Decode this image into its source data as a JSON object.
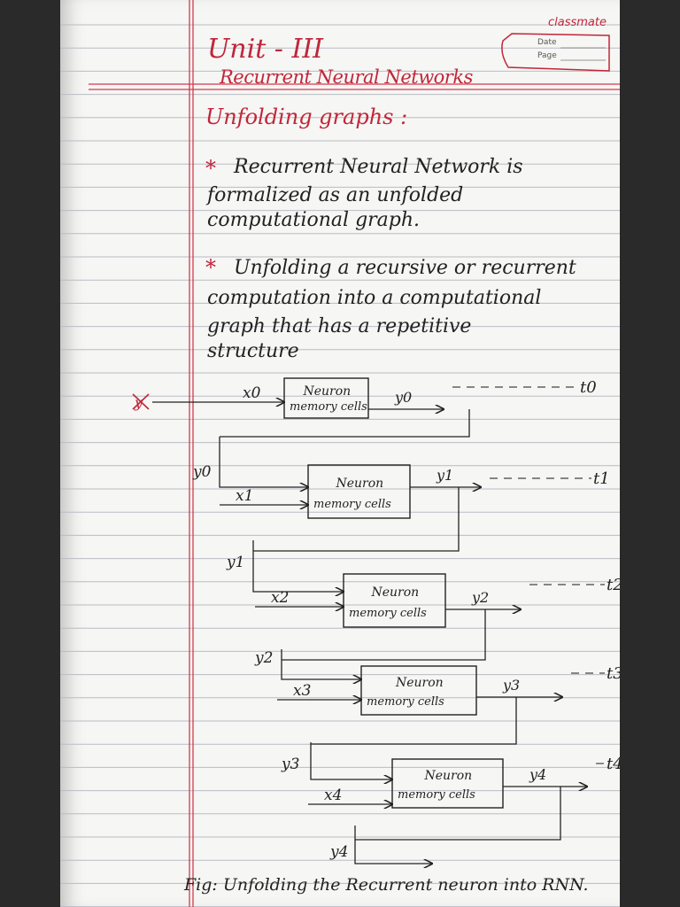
{
  "brand": {
    "name": "classmate",
    "date_label": "Date",
    "page_label": "Page"
  },
  "heading": {
    "unit": "Unit - III",
    "subject": "Recurrent Neural Networks",
    "topic": "Unfolding graphs :"
  },
  "notes": [
    {
      "bullet": "*",
      "lines": [
        "Recurrent Neural Network is",
        "formalized as an unfolded",
        "computational graph."
      ]
    },
    {
      "bullet": "*",
      "lines": [
        "Unfolding a recursive or recurrent",
        "computation into a computational",
        "graph that has a repetitive",
        "structure"
      ]
    }
  ],
  "diagram": {
    "block_label_1": "Neuron",
    "block_label_2": "memory cells",
    "inputs": [
      "x0",
      "x1",
      "x2",
      "x3",
      "x4"
    ],
    "outputs": [
      "y0",
      "y1",
      "y2",
      "y3",
      "y4"
    ],
    "feedback": [
      "y0",
      "y1",
      "y2",
      "y3",
      "y4"
    ],
    "times": [
      "t0",
      "t1",
      "t2",
      "t3",
      "t4"
    ],
    "start_mark": "y"
  },
  "caption": "Fig: Unfolding the Recurrent neuron into RNN."
}
